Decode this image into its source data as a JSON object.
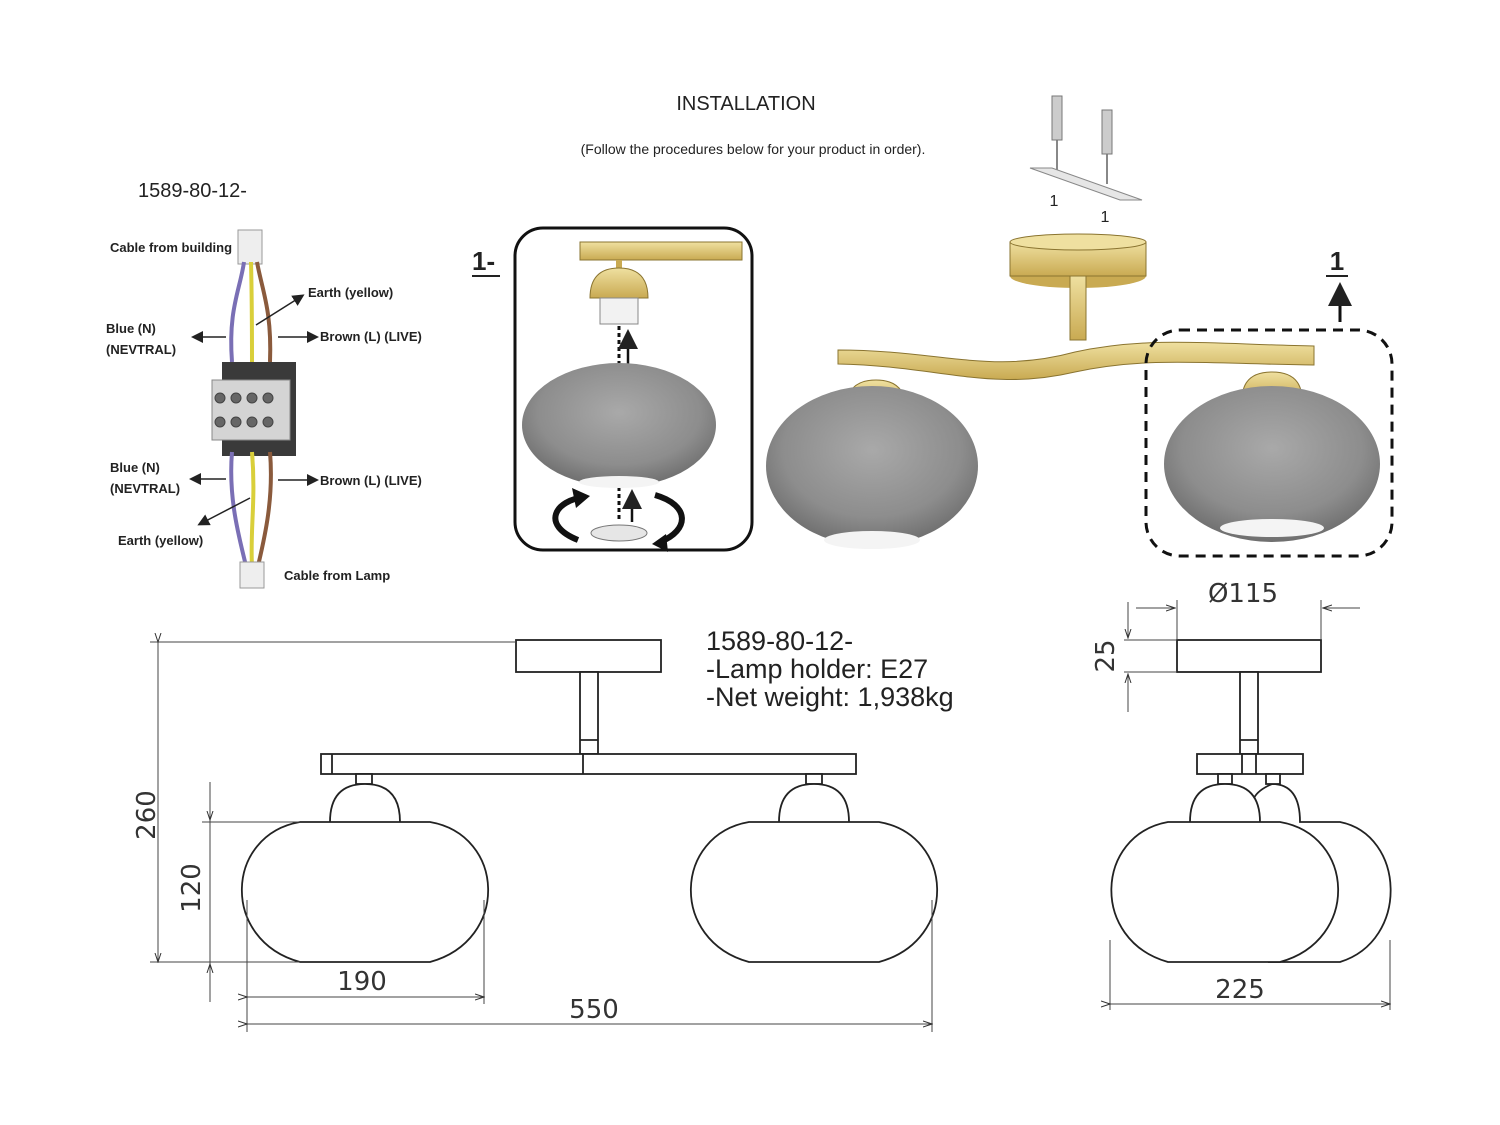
{
  "header": {
    "title": "INSTALLATION",
    "subtitle": "(Follow the procedures below for your product in order)."
  },
  "wiring": {
    "model": "1589-80-12-",
    "cable_from_building": "Cable from building",
    "earth_top": "Earth (yellow)",
    "blue_top_1": "Blue (N)",
    "blue_top_2": "(NEVTRAL)",
    "brown_top": "Brown (L) (LIVE)",
    "blue_bottom_1": "Blue (N)",
    "blue_bottom_2": "(NEVTRAL)",
    "brown_bottom": "Brown (L) (LIVE)",
    "earth_bottom": "Earth (yellow)",
    "cable_from_lamp": "Cable from Lamp",
    "colors": {
      "blue": "#7a6fb5",
      "brown": "#8a5a3c",
      "yellow": "#d9cf3a"
    }
  },
  "steps": {
    "step_left": "1-",
    "step_right": "1",
    "screw_mark_1": "1",
    "screw_mark_2": "1"
  },
  "specs": {
    "line1": "1589-80-12-",
    "line2": "-Lamp holder: E27",
    "line3": "-Net weight: 1,938kg"
  },
  "dimensions": {
    "height_total": "260",
    "height_shade": "120",
    "width_shade": "190",
    "width_total": "550",
    "canopy_diameter": "Ø115",
    "canopy_height": "25",
    "depth": "225"
  },
  "colors": {
    "gold": "#d8c071",
    "shade": "#8a8a8a",
    "line": "#222222"
  }
}
